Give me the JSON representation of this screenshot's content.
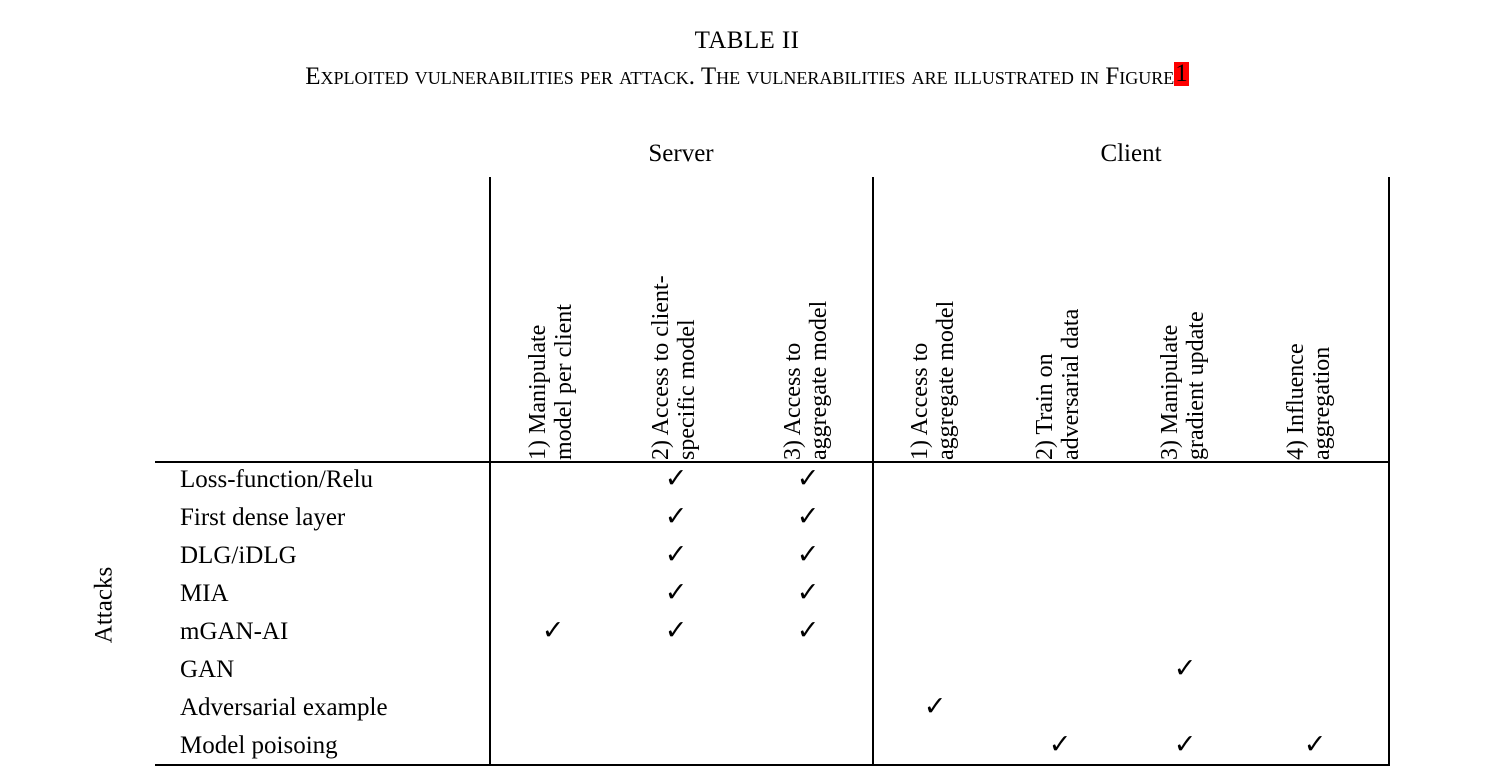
{
  "caption": {
    "table_number": "TABLE II",
    "text_before": "Exploited vulnerabilities per attack. The vulnerabilities are illustrated in Figure",
    "reference_marker": "1",
    "reference_highlight_color": "#ff0000"
  },
  "side_label": "Attacks",
  "groups": [
    {
      "name": "Server",
      "label": "Server"
    },
    {
      "name": "Client",
      "label": "Client"
    }
  ],
  "columns": [
    {
      "group": "Server",
      "line1": "1) Manipulate",
      "line2": "model per client"
    },
    {
      "group": "Server",
      "line1": "2) Access to client-",
      "line2": "specific model"
    },
    {
      "group": "Server",
      "line1": "3) Access to",
      "line2": "aggregate model"
    },
    {
      "group": "Client",
      "line1": "1) Access to",
      "line2": "aggregate model"
    },
    {
      "group": "Client",
      "line1": "2) Train on",
      "line2": "adversarial data"
    },
    {
      "group": "Client",
      "line1": "3) Manipulate",
      "line2": "gradient update"
    },
    {
      "group": "Client",
      "line1": "4) Influence",
      "line2": "aggregation"
    }
  ],
  "check_glyph": "✓",
  "rows": [
    {
      "label": "Loss-function/Relu",
      "marks": [
        false,
        true,
        true,
        false,
        false,
        false,
        false
      ]
    },
    {
      "label": "First dense layer",
      "marks": [
        false,
        true,
        true,
        false,
        false,
        false,
        false
      ]
    },
    {
      "label": "DLG/iDLG",
      "marks": [
        false,
        true,
        true,
        false,
        false,
        false,
        false
      ]
    },
    {
      "label": "MIA",
      "marks": [
        false,
        true,
        true,
        false,
        false,
        false,
        false
      ]
    },
    {
      "label": "mGAN-AI",
      "marks": [
        true,
        true,
        true,
        false,
        false,
        false,
        false
      ]
    },
    {
      "label": "GAN",
      "marks": [
        false,
        false,
        false,
        false,
        false,
        true,
        false
      ]
    },
    {
      "label": "Adversarial example",
      "marks": [
        false,
        false,
        false,
        true,
        false,
        false,
        false
      ]
    },
    {
      "label": "Model poisoing",
      "marks": [
        false,
        false,
        false,
        false,
        true,
        true,
        true
      ]
    }
  ]
}
